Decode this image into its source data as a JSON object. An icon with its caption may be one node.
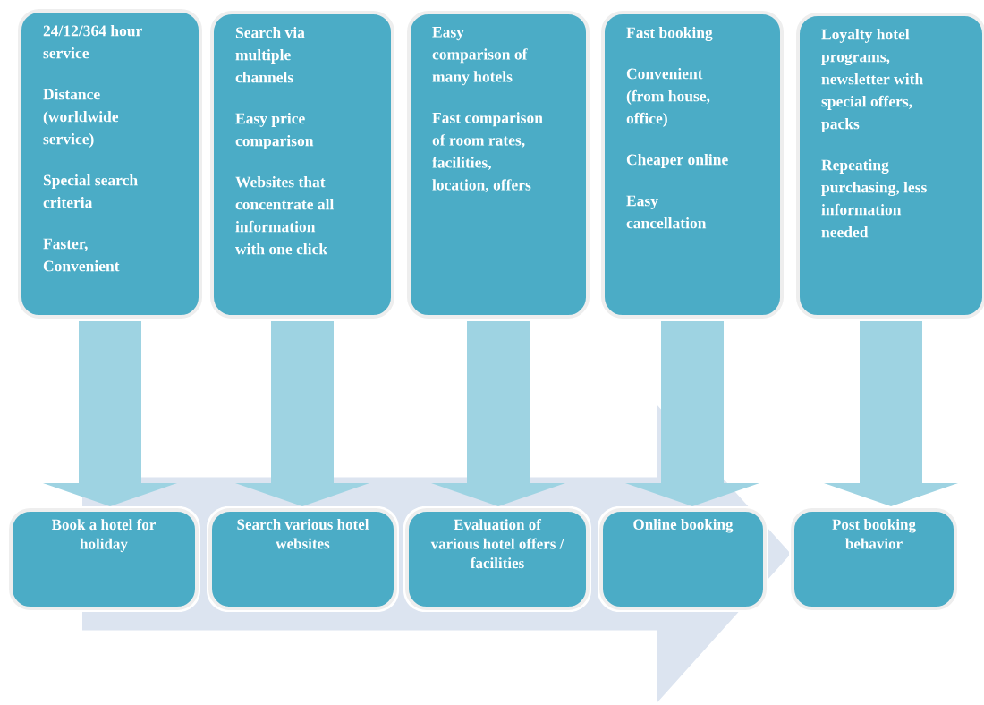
{
  "diagram": {
    "nodes": [
      {
        "text": [
          "24/12/364 hour service",
          "Distance (worldwide service)",
          "Special search criteria",
          "Faster, Convenient"
        ]
      },
      {
        "text": [
          "Search via multiple channels",
          "Easy price comparison",
          "Websites that concentrate all information with one click"
        ]
      },
      {
        "text": [
          "Easy comparison of many hotels",
          "Fast comparison of room rates, facilities, location, offers"
        ]
      },
      {
        "text": [
          "Fast booking",
          "Convenient (from house, office)",
          "Cheaper online",
          "Easy cancellation"
        ]
      },
      {
        "text": [
          "Loyalty hotel programs, newsletter with special offers, packs",
          "Repeating purchasing, less information needed"
        ]
      },
      {
        "text": [
          "Book a hotel for holiday"
        ]
      },
      {
        "text": [
          "Search various hotel websites"
        ]
      },
      {
        "text": [
          "Evaluation of various hotel offers / facilities"
        ]
      },
      {
        "text": [
          "Online booking"
        ]
      },
      {
        "text": [
          "Post booking behavior"
        ]
      }
    ],
    "edges": [
      {
        "from": 0,
        "to": 5,
        "arrow": "to"
      },
      {
        "from": 1,
        "to": 6,
        "arrow": "to"
      },
      {
        "from": 2,
        "to": 7,
        "arrow": "to"
      },
      {
        "from": 3,
        "to": 8,
        "arrow": "to"
      },
      {
        "from": 4,
        "to": 9,
        "arrow": "to"
      },
      {
        "from": 5,
        "to": 9,
        "arrow": "to",
        "style": "thick",
        "color": "#dce4f0"
      }
    ]
  }
}
